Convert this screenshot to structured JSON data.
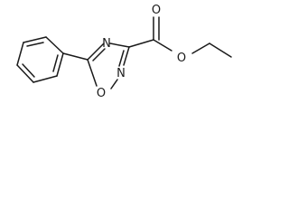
{
  "molecule": {
    "atoms": {
      "N4": "N",
      "N2": "N",
      "O1": "O",
      "O_carbonyl": "O",
      "O_ester": "O"
    }
  },
  "colors": {
    "bond": "#1a1a1a",
    "background": "#ffffff"
  }
}
